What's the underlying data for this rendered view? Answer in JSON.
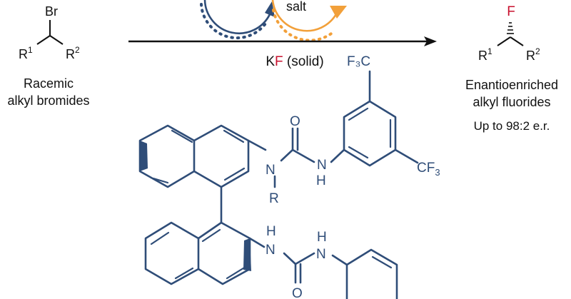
{
  "colors": {
    "black": "#111111",
    "blue": "#2f4d78",
    "orange": "#f2a03a",
    "red": "#c8102e"
  },
  "cycle": {
    "salt_label": "salt"
  },
  "reaction": {
    "reagent_prefix": "K",
    "reagent_f": "F",
    "reagent_suffix": " (solid)"
  },
  "left": {
    "br": "Br",
    "r1": "R",
    "r1_sup": "1",
    "r2": "R",
    "r2_sup": "2",
    "line1": "Racemic",
    "line2": "alkyl bromides"
  },
  "right": {
    "f": "F",
    "r1": "R",
    "r1_sup": "1",
    "r2": "R",
    "r2_sup": "2",
    "line1": "Enantioenriched",
    "line2": "alkyl fluorides",
    "line3": "Up to 98:2 e.r."
  },
  "catalyst": {
    "cf3_top": "F₃C",
    "cf3_right": "CF",
    "cf3_right_sub": "3",
    "n_upper": "N",
    "o_upper": "O",
    "nh_upper": "N",
    "h_upper": "H",
    "r": "R",
    "nh_lower_n": "N",
    "nh_lower_h": "H",
    "nh_lower2_n": "N",
    "nh_lower2_h": "H",
    "o_lower": "O"
  }
}
